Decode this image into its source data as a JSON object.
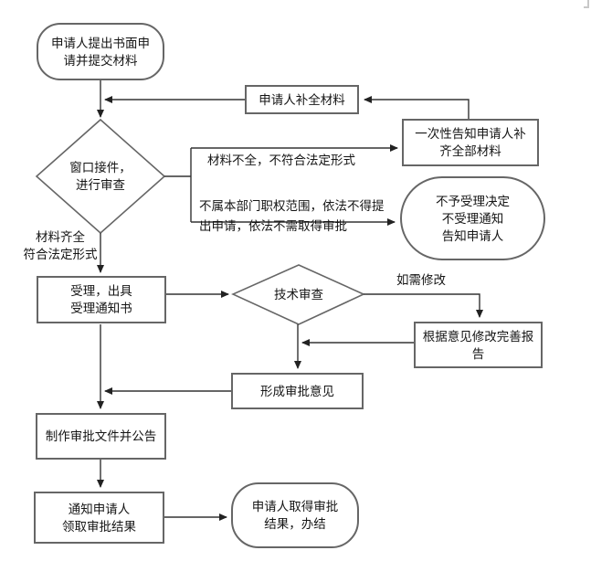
{
  "palette": {
    "background": "#ffffff",
    "connector_color": "#333333",
    "shape_border_color": "#666666",
    "shape_fill": "#ffffff",
    "text_color": "#151515",
    "corner_tick_color": "#c8c8c8"
  },
  "nodes": {
    "start": {
      "shape": "rounded-rect",
      "text": "申请人提出书面申\n请并提交材料"
    },
    "supplement": {
      "shape": "rect",
      "text": "申请人补全材料"
    },
    "inform": {
      "shape": "rect",
      "text": "一次性告知申请人补\n齐全部材料"
    },
    "decision_window": {
      "shape": "diamond",
      "text": "窗口接件，\n进行审查"
    },
    "reject": {
      "shape": "rounded-rect",
      "text": "不予受理决定\n不受理通知\n告知申请人"
    },
    "accept": {
      "shape": "rect",
      "text": "受理，出具\n受理通知书"
    },
    "decision_tech": {
      "shape": "diamond",
      "text": "技术审查"
    },
    "revise": {
      "shape": "rect",
      "text": "根据意见修改完善报\n告"
    },
    "opinion": {
      "shape": "rect",
      "text": "形成审批意见"
    },
    "publish": {
      "shape": "rect",
      "text": "制作审批文件并公告"
    },
    "notify": {
      "shape": "rect",
      "text": "通知申请人\n领取审批结果"
    },
    "end": {
      "shape": "rounded-rect",
      "text": "申请人取得审批\n结果，办结"
    }
  },
  "edge_labels": {
    "incomplete": "材料不全，不符合法定形式",
    "not_in_scope": "不属本部门职权范围，依法不得提\n出申请，依法不需取得审批",
    "complete": "材料齐全\n符合法定形式",
    "need_revision": "如需修改"
  }
}
